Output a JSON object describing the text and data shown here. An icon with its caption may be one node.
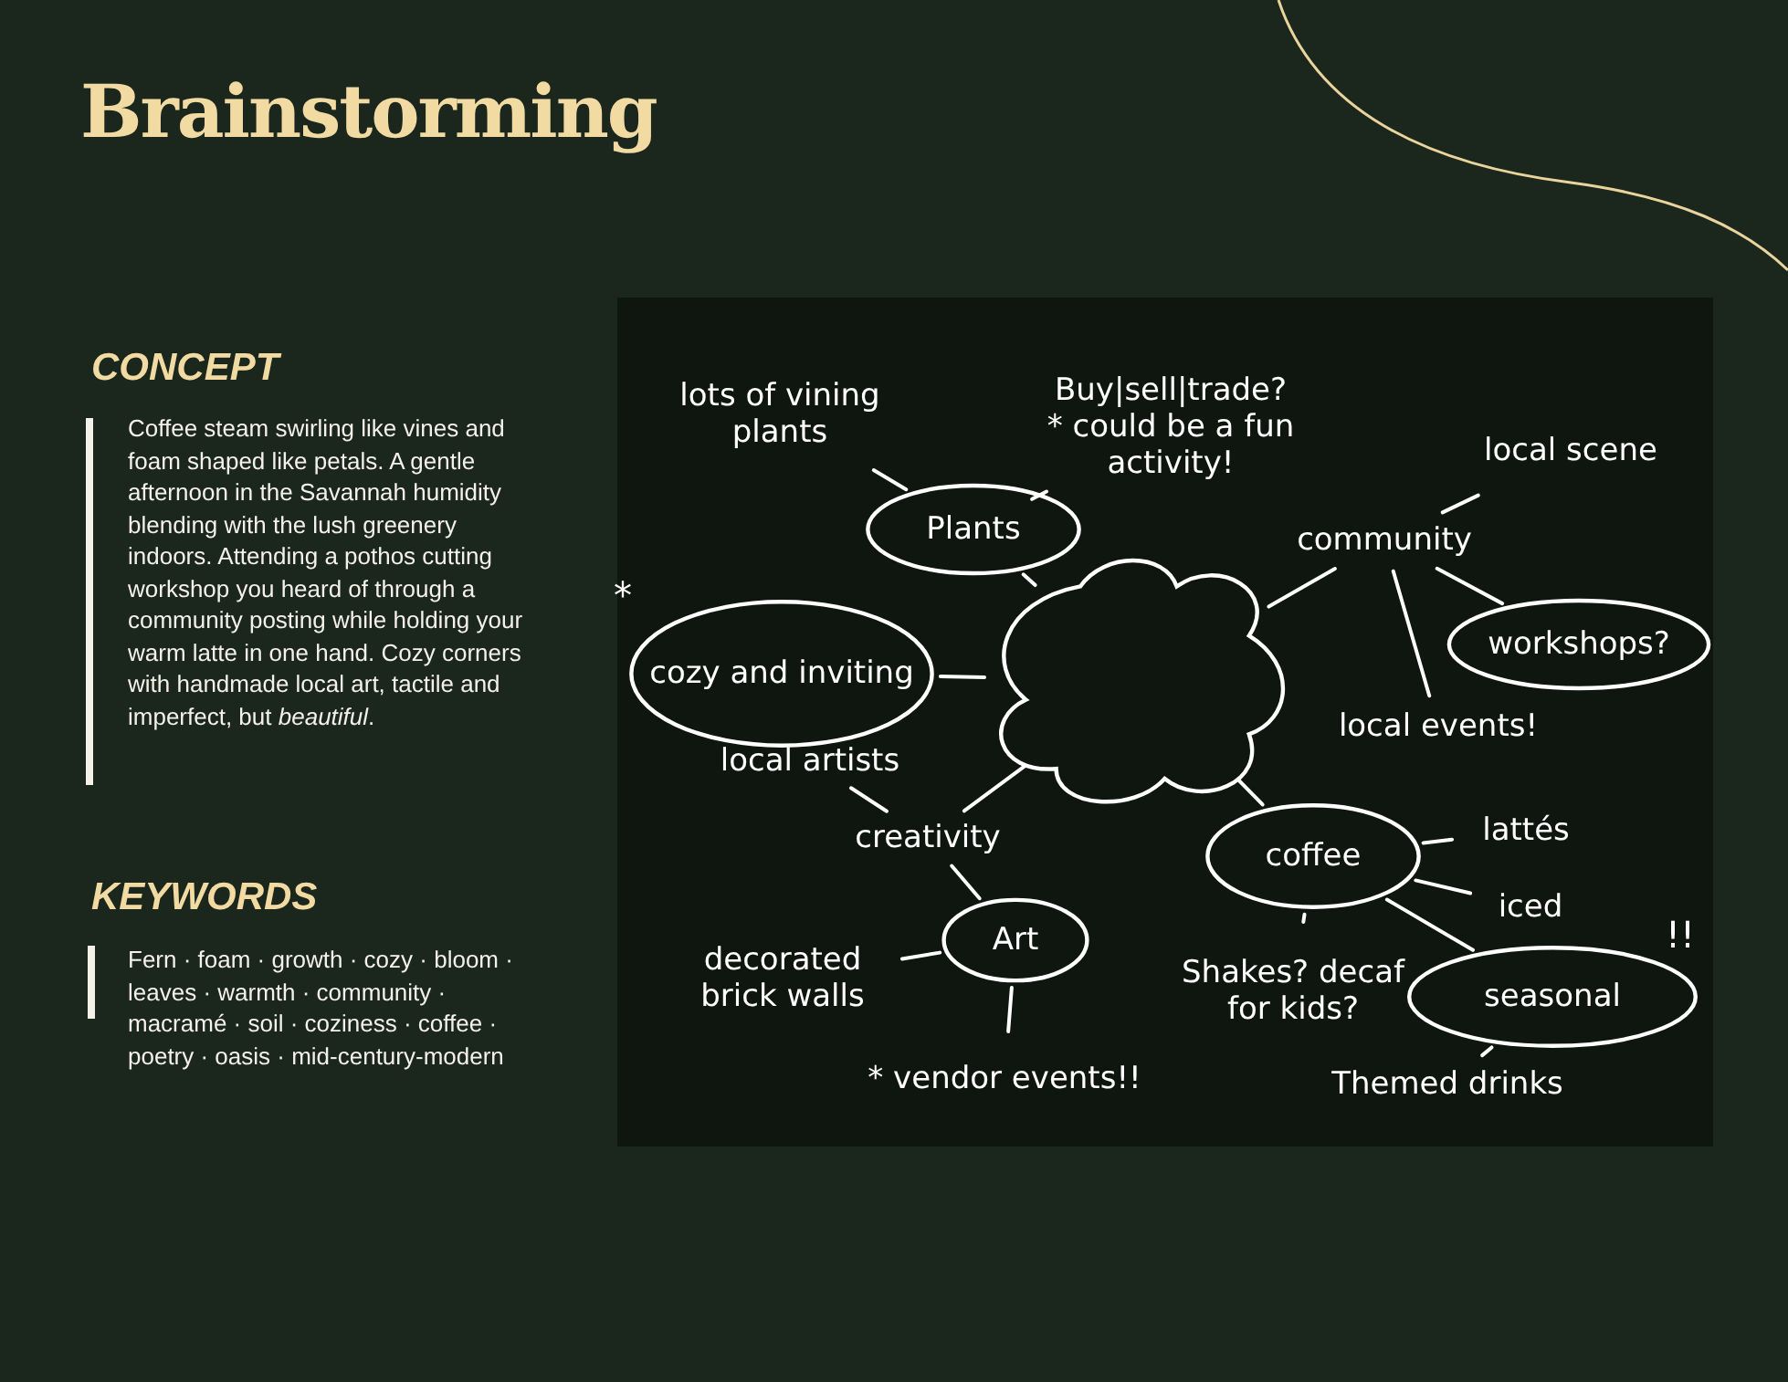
{
  "diagram": {
    "title": "Brainstorming",
    "nodes": [
      {
        "text": [],
        "shape": "cloud"
      },
      {
        "text": [
          "Plants"
        ]
      },
      {
        "text": [
          "cozy and inviting"
        ],
        "beside": [
          "*"
        ]
      },
      {
        "text": [
          "workshops?"
        ]
      },
      {
        "text": [
          "coffee"
        ]
      },
      {
        "text": [
          "Art"
        ]
      },
      {
        "text": [
          "seasonal"
        ],
        "beside": [
          "!!"
        ]
      },
      {
        "text": [
          "lots of vining plants"
        ]
      },
      {
        "text": [
          "Buy|sell|trade?",
          "* could be a fun activity!"
        ]
      },
      {
        "text": [
          "community"
        ]
      },
      {
        "text": [
          "local scene"
        ]
      },
      {
        "text": [
          "local events!"
        ]
      },
      {
        "text": [
          "local artists"
        ]
      },
      {
        "text": [
          "creativity"
        ]
      },
      {
        "text": [
          "decorated brick walls"
        ]
      },
      {
        "text": [
          "* vendor events!!"
        ]
      },
      {
        "text": [
          "lattés"
        ]
      },
      {
        "text": [
          "iced"
        ]
      },
      {
        "text": [
          "Shakes? decaf for kids?"
        ]
      },
      {
        "text": [
          "Themed drinks"
        ]
      }
    ],
    "edges": [
      {
        "from": 0,
        "to": 1,
        "arrow": "none"
      },
      {
        "from": 0,
        "to": 2,
        "arrow": "none"
      },
      {
        "from": 0,
        "to": 9,
        "arrow": "none"
      },
      {
        "from": 0,
        "to": 4,
        "arrow": "none"
      },
      {
        "from": 0,
        "to": 13,
        "arrow": "none"
      },
      {
        "from": 7,
        "to": 1,
        "arrow": "none"
      },
      {
        "from": 8,
        "to": 1,
        "arrow": "none"
      },
      {
        "from": 10,
        "to": 9,
        "arrow": "none"
      },
      {
        "from": 9,
        "to": 3,
        "arrow": "none"
      },
      {
        "from": 9,
        "to": 11,
        "arrow": "none"
      },
      {
        "from": 13,
        "to": 12,
        "arrow": "none"
      },
      {
        "from": 13,
        "to": 5,
        "arrow": "none"
      },
      {
        "from": 14,
        "to": 5,
        "arrow": "none"
      },
      {
        "from": 5,
        "to": 15,
        "arrow": "none"
      },
      {
        "from": 4,
        "to": 16,
        "arrow": "none"
      },
      {
        "from": 4,
        "to": 17,
        "arrow": "none"
      },
      {
        "from": 4,
        "to": 18,
        "arrow": "none"
      },
      {
        "from": 4,
        "to": 6,
        "arrow": "none"
      },
      {
        "from": 6,
        "to": 19,
        "arrow": "none"
      }
    ],
    "labels": [
      "CONCEPT",
      "Coffee steam swirling like vines and foam shaped like petals. A gentle afternoon in the Savannah humidity blending with the lush greenery indoors. Attending a pothos cutting workshop you heard of through a community posting while holding your warm latte in one hand. Cozy corners with handmade local art, tactile and imperfect, but *beautiful*.",
      "KEYWORDS",
      "Fern · foam · growth · cozy · bloom · leaves · warmth · community · macramé · soil · coziness · coffee · poetry · oasis · mid-century-modern"
    ]
  }
}
